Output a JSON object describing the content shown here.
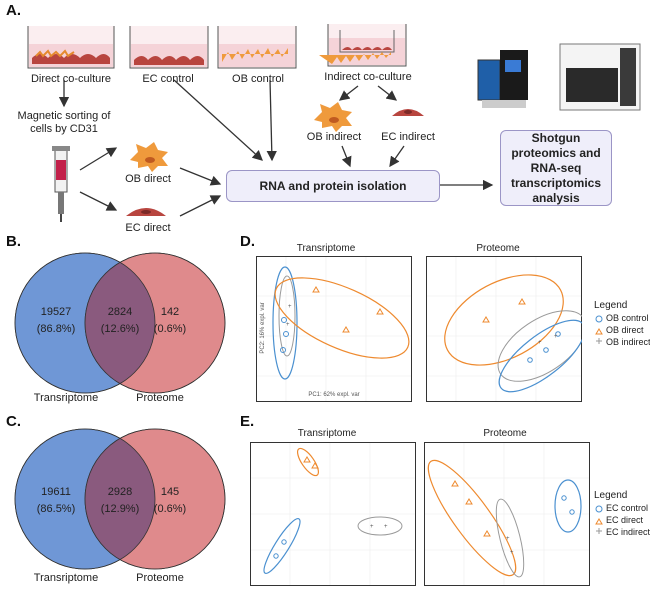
{
  "panels": {
    "a": "A.",
    "b": "B.",
    "c": "C.",
    "d": "D.",
    "e": "E."
  },
  "panelA": {
    "direct_coculture": "Direct co-culture",
    "ec_control": "EC control",
    "ob_control": "OB control",
    "indirect_coculture": "Indirect co-culture",
    "magnetic_sorting": "Magnetic sorting of cells by CD31",
    "ob_direct": "OB direct",
    "ec_direct": "EC direct",
    "ob_indirect": "OB indirect",
    "ec_indirect": "EC indirect",
    "isolation": "RNA and protein isolation",
    "analysis": "Shotgun proteomics and RNA-seq transcriptomics analysis"
  },
  "venn_ob": {
    "left_label": "Transriptome",
    "right_label": "Proteome",
    "left_only": "19527",
    "left_pct": "(86.8%)",
    "overlap": "2824",
    "overlap_pct": "(12.6%)",
    "right_only": "142",
    "right_pct": "(0.6%)"
  },
  "venn_ec": {
    "left_label": "Transriptome",
    "right_label": "Proteome",
    "left_only": "19611",
    "left_pct": "(86.5%)",
    "overlap": "2928",
    "overlap_pct": "(12.9%)",
    "right_only": "145",
    "right_pct": "(0.6%)"
  },
  "pca_ob": {
    "title_left": "Transriptome",
    "title_right": "Proteome",
    "xlabel_left": "PC1: 62% expl. var",
    "ylabel_left": "PC2: 16% expl. var",
    "legend_title": "Legend",
    "legend": [
      "OB control",
      "OB direct",
      "OB indirect"
    ]
  },
  "pca_ec": {
    "title_left": "Transriptome",
    "title_right": "Proteome",
    "legend_title": "Legend",
    "legend": [
      "EC control",
      "EC direct",
      "EC indirect"
    ]
  },
  "colors": {
    "blue": "#4a90d0",
    "orange": "#ee8a2f",
    "gray": "#9a9a9a",
    "venn_left": "#6f97d6",
    "venn_right": "#df8a8c",
    "venn_overlap": "#8a5a7e",
    "box_fill": "#efeefa"
  }
}
